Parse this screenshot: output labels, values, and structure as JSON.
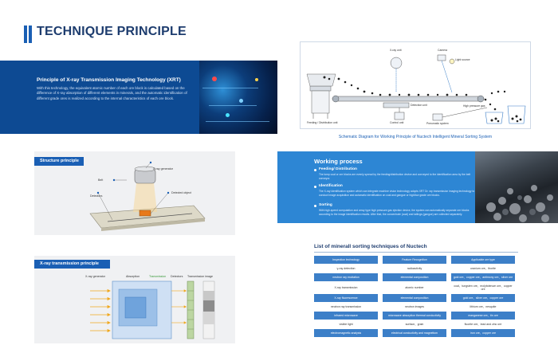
{
  "page": {
    "title": "TECHNIQUE PRINCIPLE"
  },
  "xrt": {
    "heading": "Principle of X-ray Transmission Imaging Technology (XRT)",
    "description": "With this technology, the equivalent atomic number of each ore block is calculated based on the difference of X-ray absorption of different elements in minerals, and the automatic identification of different grade ores is realized according to the internal characteristics of each ore block."
  },
  "schematic": {
    "caption": "Schematic Diagram for Working Principle of Nuctech Intelligent Mineral Sorting System",
    "labels": {
      "xray_unit": "X-ray unit",
      "camera": "Camera",
      "light_source": "Light source",
      "detection_unit": "Detection unit",
      "feeding_unit": "Feeding / Distribution unit",
      "control_unit": "Control unit",
      "high_pressure_gas": "High pressure gas",
      "pneumatic_system": "Pneumatic system"
    }
  },
  "structure": {
    "tab": "Structure principle",
    "labels": {
      "xray_generator": "X-ray generator",
      "belt": "Belt",
      "detectors": "Detectors",
      "detected_object": "Detected object"
    }
  },
  "xray": {
    "tab": "X-ray transmission principle",
    "labels": {
      "generator": "X-ray generator",
      "absorption": "Absorption",
      "transmission": "Transmission",
      "detectors": "Detectors",
      "image": "Transmission image"
    }
  },
  "working": {
    "title": "Working process",
    "steps": [
      {
        "head": "Feeding/ Distribution",
        "desc": "The lump coal or ore blocks are evenly spread by the feeding/distribution device and conveyed to the identification area by the belt conveyor."
      },
      {
        "head": "Identification",
        "desc": "The X-ray identification system which can integrate machine vision technology adopts XRT Dr. ray transmission imaging technology to conduct image acquisition and automatic identification on coal and gangue or high/low grade ore blocks."
      },
      {
        "head": "Sorting",
        "desc": "With high-speed computation and array type high pressure gas ejection device, the system can automatically separate ore blocks according to the image identification results. After that, the concentrate (coal) and tailings (gangue) are collected separately."
      }
    ]
  },
  "techniques": {
    "title": "List of minerall sorting techniques of Nuctech",
    "headers": [
      "Inspection technology",
      "Feature Recognition",
      "Applicable ore type"
    ],
    "rows": [
      [
        "γ-ray detection",
        "radioactivity",
        "uranium ore、thorite"
      ],
      [
        "neutron ray excitation",
        "elemental composition",
        "gold ore、copper ore、antimony ore、silver ore"
      ],
      [
        "X-ray transmission",
        "atomic number",
        "coal、tungsten ore、molybdenum ore、copper ore"
      ],
      [
        "X-ray fluorescence",
        "elemental composition",
        "gold ore、silver ore、copper ore"
      ],
      [
        "neutron ray transmission",
        "neutron images",
        "lithium ore、nesquite"
      ],
      [
        "infrared microwave",
        "microwave absorption thermal conductivity",
        "manganese ore、tin ore"
      ],
      [
        "visible light",
        "surface、grain",
        "fluorite ore、lead and zinc ore"
      ],
      [
        "electromagnetic analysis",
        "electrical conductivity and magnetism",
        "iron ore、copper ore"
      ]
    ]
  },
  "colors": {
    "brand": "#1a5fb4",
    "banner": "#0d4a93",
    "working": "#2d86d4",
    "title": "#1d3c6e"
  }
}
